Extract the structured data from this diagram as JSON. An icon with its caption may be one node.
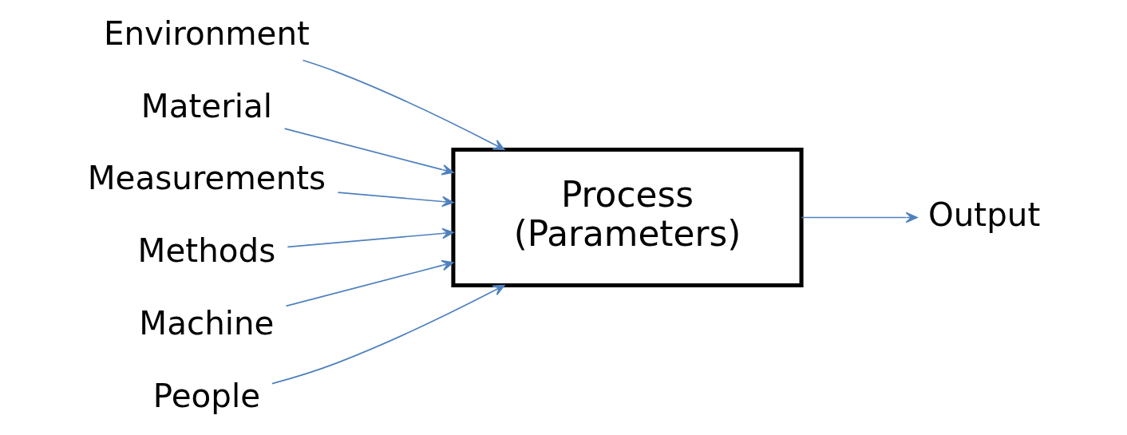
{
  "diagram": {
    "nodes": [
      {
        "text": [
          "Environment"
        ]
      },
      {
        "text": [
          "Material"
        ]
      },
      {
        "text": [
          "Measurements"
        ]
      },
      {
        "text": [
          "Methods"
        ]
      },
      {
        "text": [
          "Machine"
        ]
      },
      {
        "text": [
          "People"
        ]
      },
      {
        "text": [
          "Process (Parameters)"
        ]
      },
      {
        "text": [
          "Output"
        ]
      }
    ],
    "edges": [
      {
        "from": 0,
        "to": 6,
        "arrow": "to"
      },
      {
        "from": 1,
        "to": 6,
        "arrow": "to"
      },
      {
        "from": 2,
        "to": 6,
        "arrow": "to"
      },
      {
        "from": 3,
        "to": 6,
        "arrow": "to"
      },
      {
        "from": 4,
        "to": 6,
        "arrow": "to"
      },
      {
        "from": 5,
        "to": 6,
        "arrow": "to"
      },
      {
        "from": 6,
        "to": 7,
        "arrow": "to"
      }
    ]
  }
}
